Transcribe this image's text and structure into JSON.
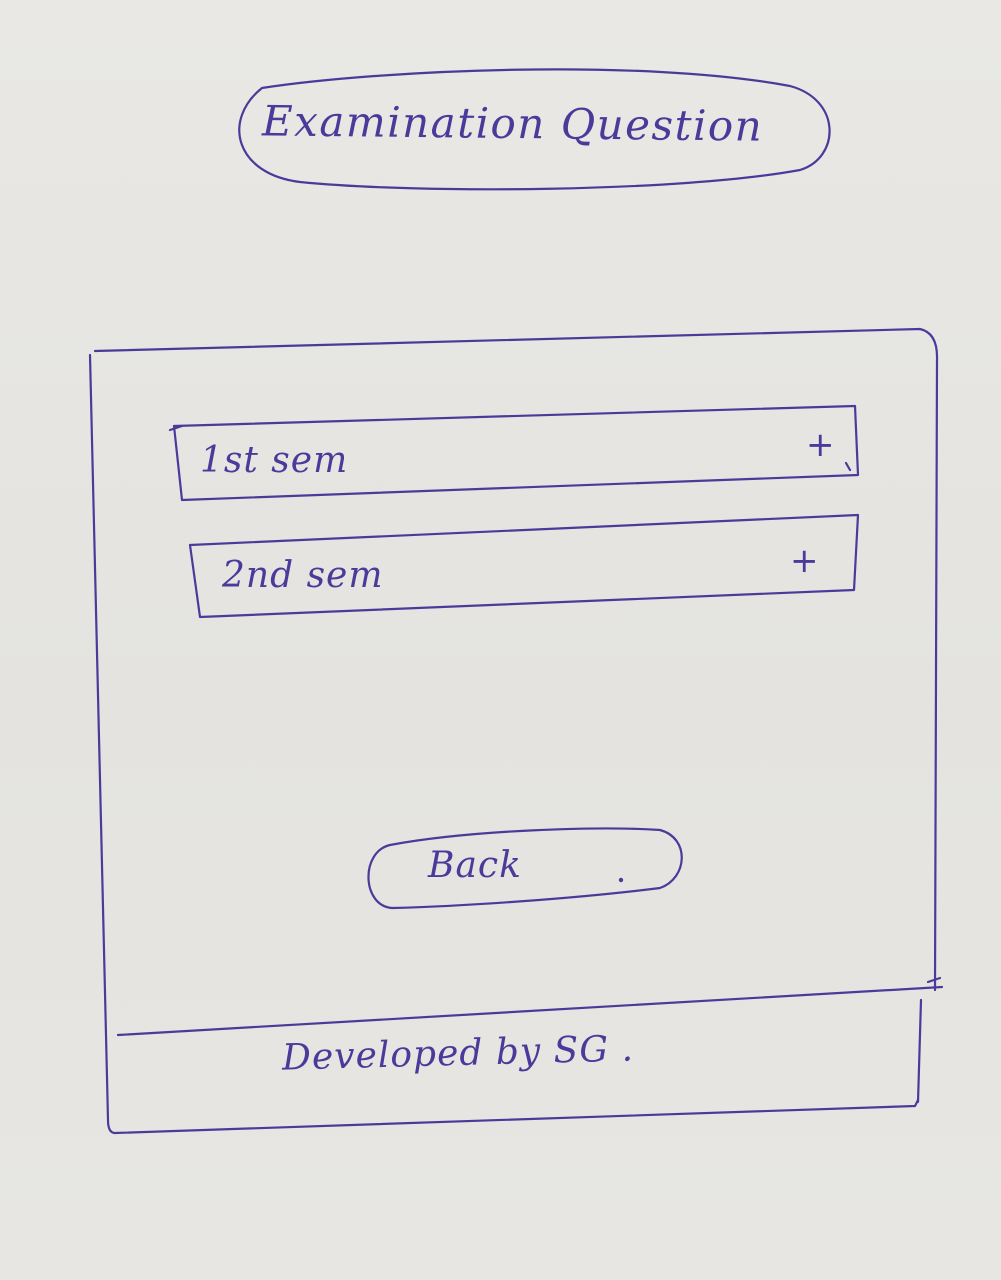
{
  "header": {
    "title": "Examination Question"
  },
  "semesters": [
    {
      "label": "1st sem",
      "expand_icon": "plus-icon"
    },
    {
      "label": "2nd sem",
      "expand_icon": "plus-icon"
    }
  ],
  "actions": {
    "back_label": "Back"
  },
  "footer": {
    "text": "Developed by SG ."
  }
}
